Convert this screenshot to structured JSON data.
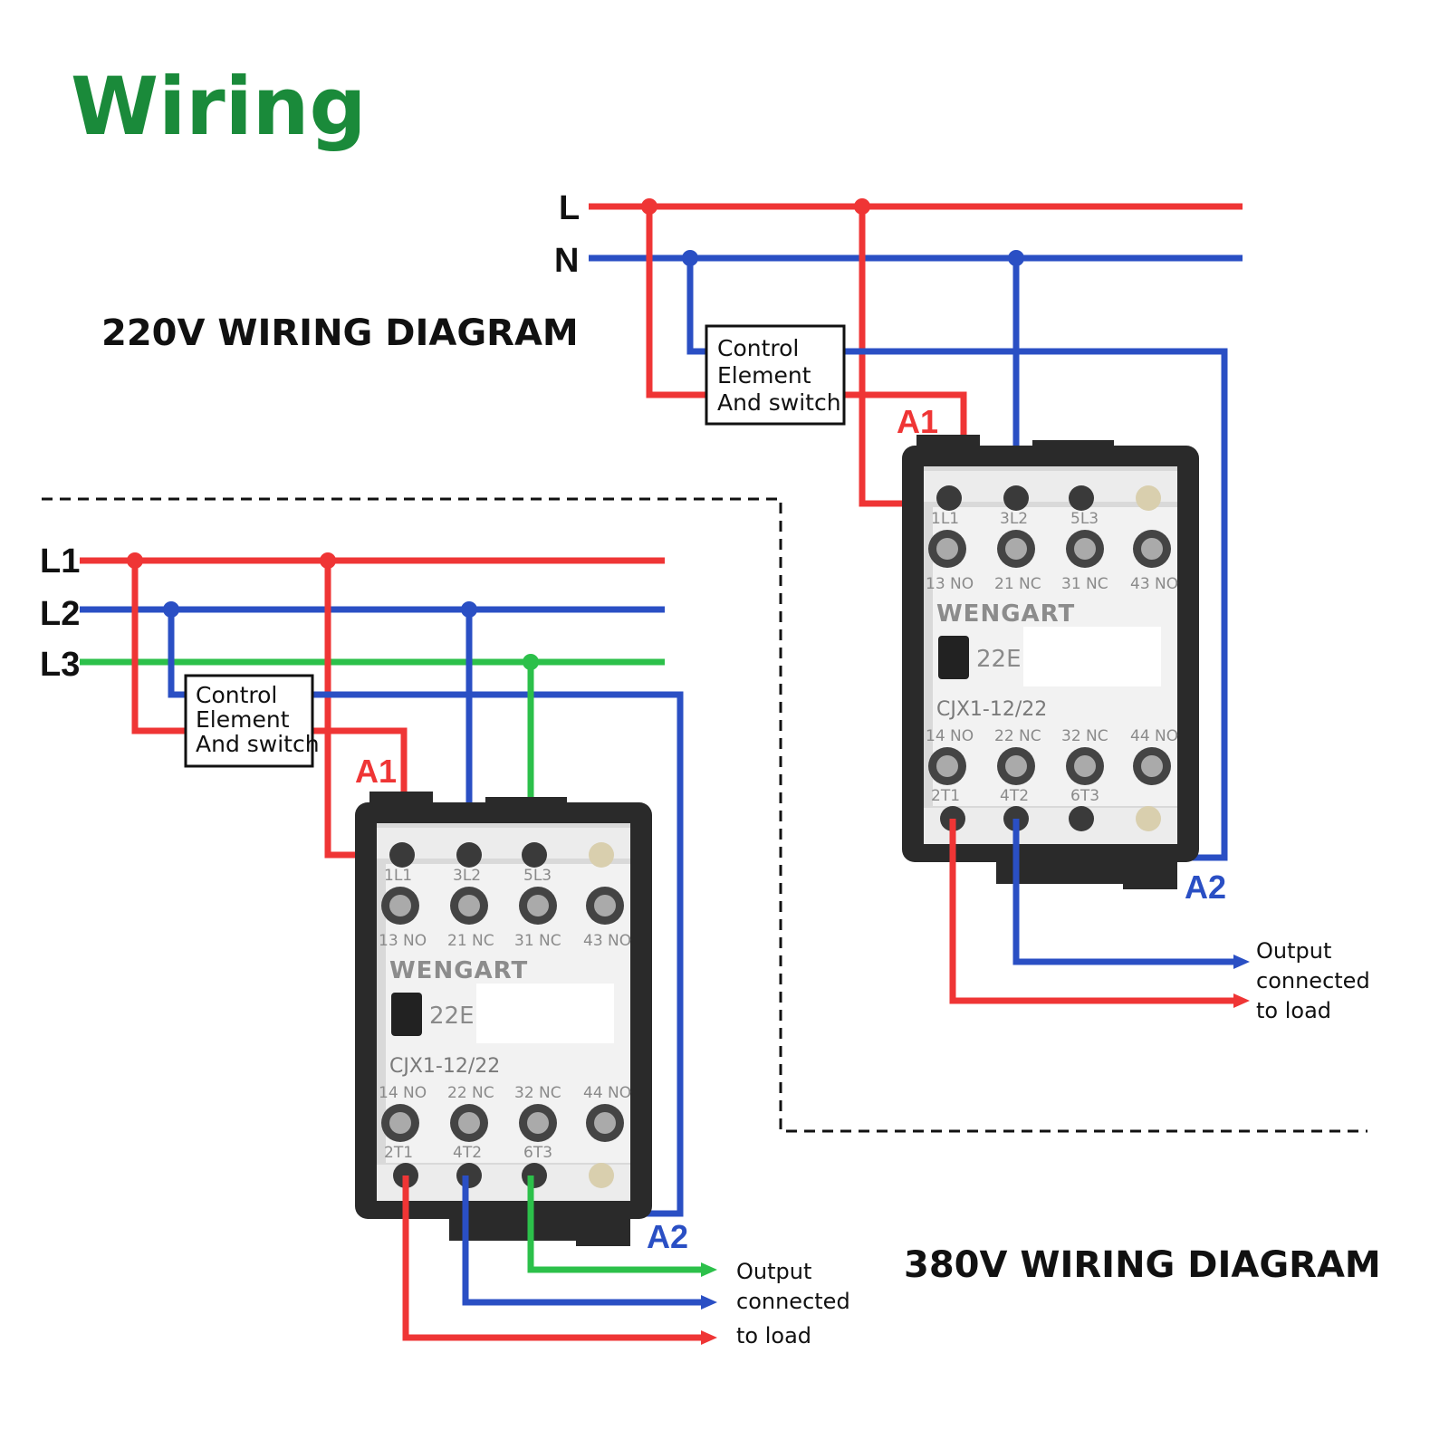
{
  "page": {
    "title": "Wiring",
    "colors": {
      "title": "#1a8a3a",
      "red": "#ef3535",
      "blue": "#2a4fc4",
      "green": "#2cc04a",
      "text": "#111111"
    }
  },
  "diagram_220": {
    "title": "220V WIRING DIAGRAM",
    "rails": {
      "line": "L",
      "neutral": "N"
    },
    "control_box": [
      "Control",
      "Element",
      "And switch"
    ],
    "coil_a1": "A1",
    "coil_a2": "A2",
    "output": [
      "Output",
      "connected",
      "to load"
    ]
  },
  "diagram_380": {
    "title": "380V WIRING DIAGRAM",
    "rails": {
      "l1": "L1",
      "l2": "L2",
      "l3": "L3"
    },
    "control_box": [
      "Control",
      "Element",
      "And switch"
    ],
    "coil_a1": "A1",
    "coil_a2": "A2",
    "output": [
      "Output",
      "connected",
      "to load"
    ]
  },
  "contactor": {
    "brand": "WENGART",
    "aux_code": "22E",
    "model": "CJX1-12/22",
    "top_terminals": [
      "1L1",
      "3L2",
      "5L3"
    ],
    "top_aux": [
      "13 NO",
      "21 NC",
      "31 NC",
      "43 NO"
    ],
    "bottom_aux": [
      "14 NO",
      "22 NC",
      "32 NC",
      "44 NO"
    ],
    "bottom_terminals": [
      "2T1",
      "4T2",
      "6T3"
    ]
  }
}
